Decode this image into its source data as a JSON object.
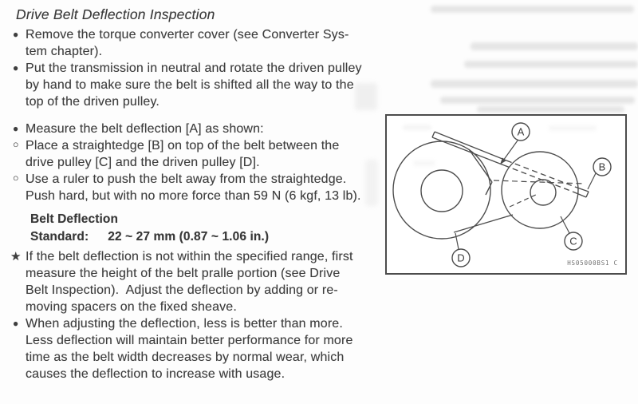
{
  "content": {
    "title": "Drive Belt Deflection Inspection",
    "items": [
      {
        "marker": "●",
        "lines": [
          "Remove the torque converter cover (see Converter Sys-",
          "tem chapter)."
        ]
      },
      {
        "marker": "●",
        "lines": [
          "Put the transmission in neutral and rotate the driven pulley",
          "by hand to make sure the belt is shifted all the way to the",
          "top of the driven pulley."
        ]
      },
      {
        "marker": "●",
        "lines": [
          "Measure the belt deflection [A] as shown:"
        ]
      },
      {
        "marker": "○",
        "lines": [
          "Place a straightedge [B] on top of the belt between the",
          "drive pulley [C] and the driven pulley [D]."
        ]
      },
      {
        "marker": "○",
        "lines": [
          "Use a ruler to push the belt away from the straightedge.",
          "Push hard, but with no more force than 59 N (6 kgf, 13 lb)."
        ]
      },
      {
        "marker": "★",
        "lines": [
          "If the belt deflection is not within the specified range, first",
          "measure the height of the belt pralle portion (see Drive",
          "Belt Inspection).  Adjust the deflection by adding or re-",
          "moving spacers on the fixed sheave."
        ]
      },
      {
        "marker": "●",
        "lines": [
          "When adjusting the deflection, less is better than more.",
          "Less deflection will maintain better performance for more",
          "time as the belt width decreases by normal wear, which",
          "causes the deflection to increase with usage."
        ]
      }
    ],
    "spec": {
      "heading": "Belt Deflection",
      "label": "Standard:",
      "value": "22 ~ 27 mm (0.87 ~ 1.06 in.)"
    }
  },
  "figure": {
    "labels": {
      "a": "A",
      "b": "B",
      "c": "C",
      "d": "D"
    },
    "code": "HS05000BS1  C",
    "line_color": "#4d4d4d"
  }
}
